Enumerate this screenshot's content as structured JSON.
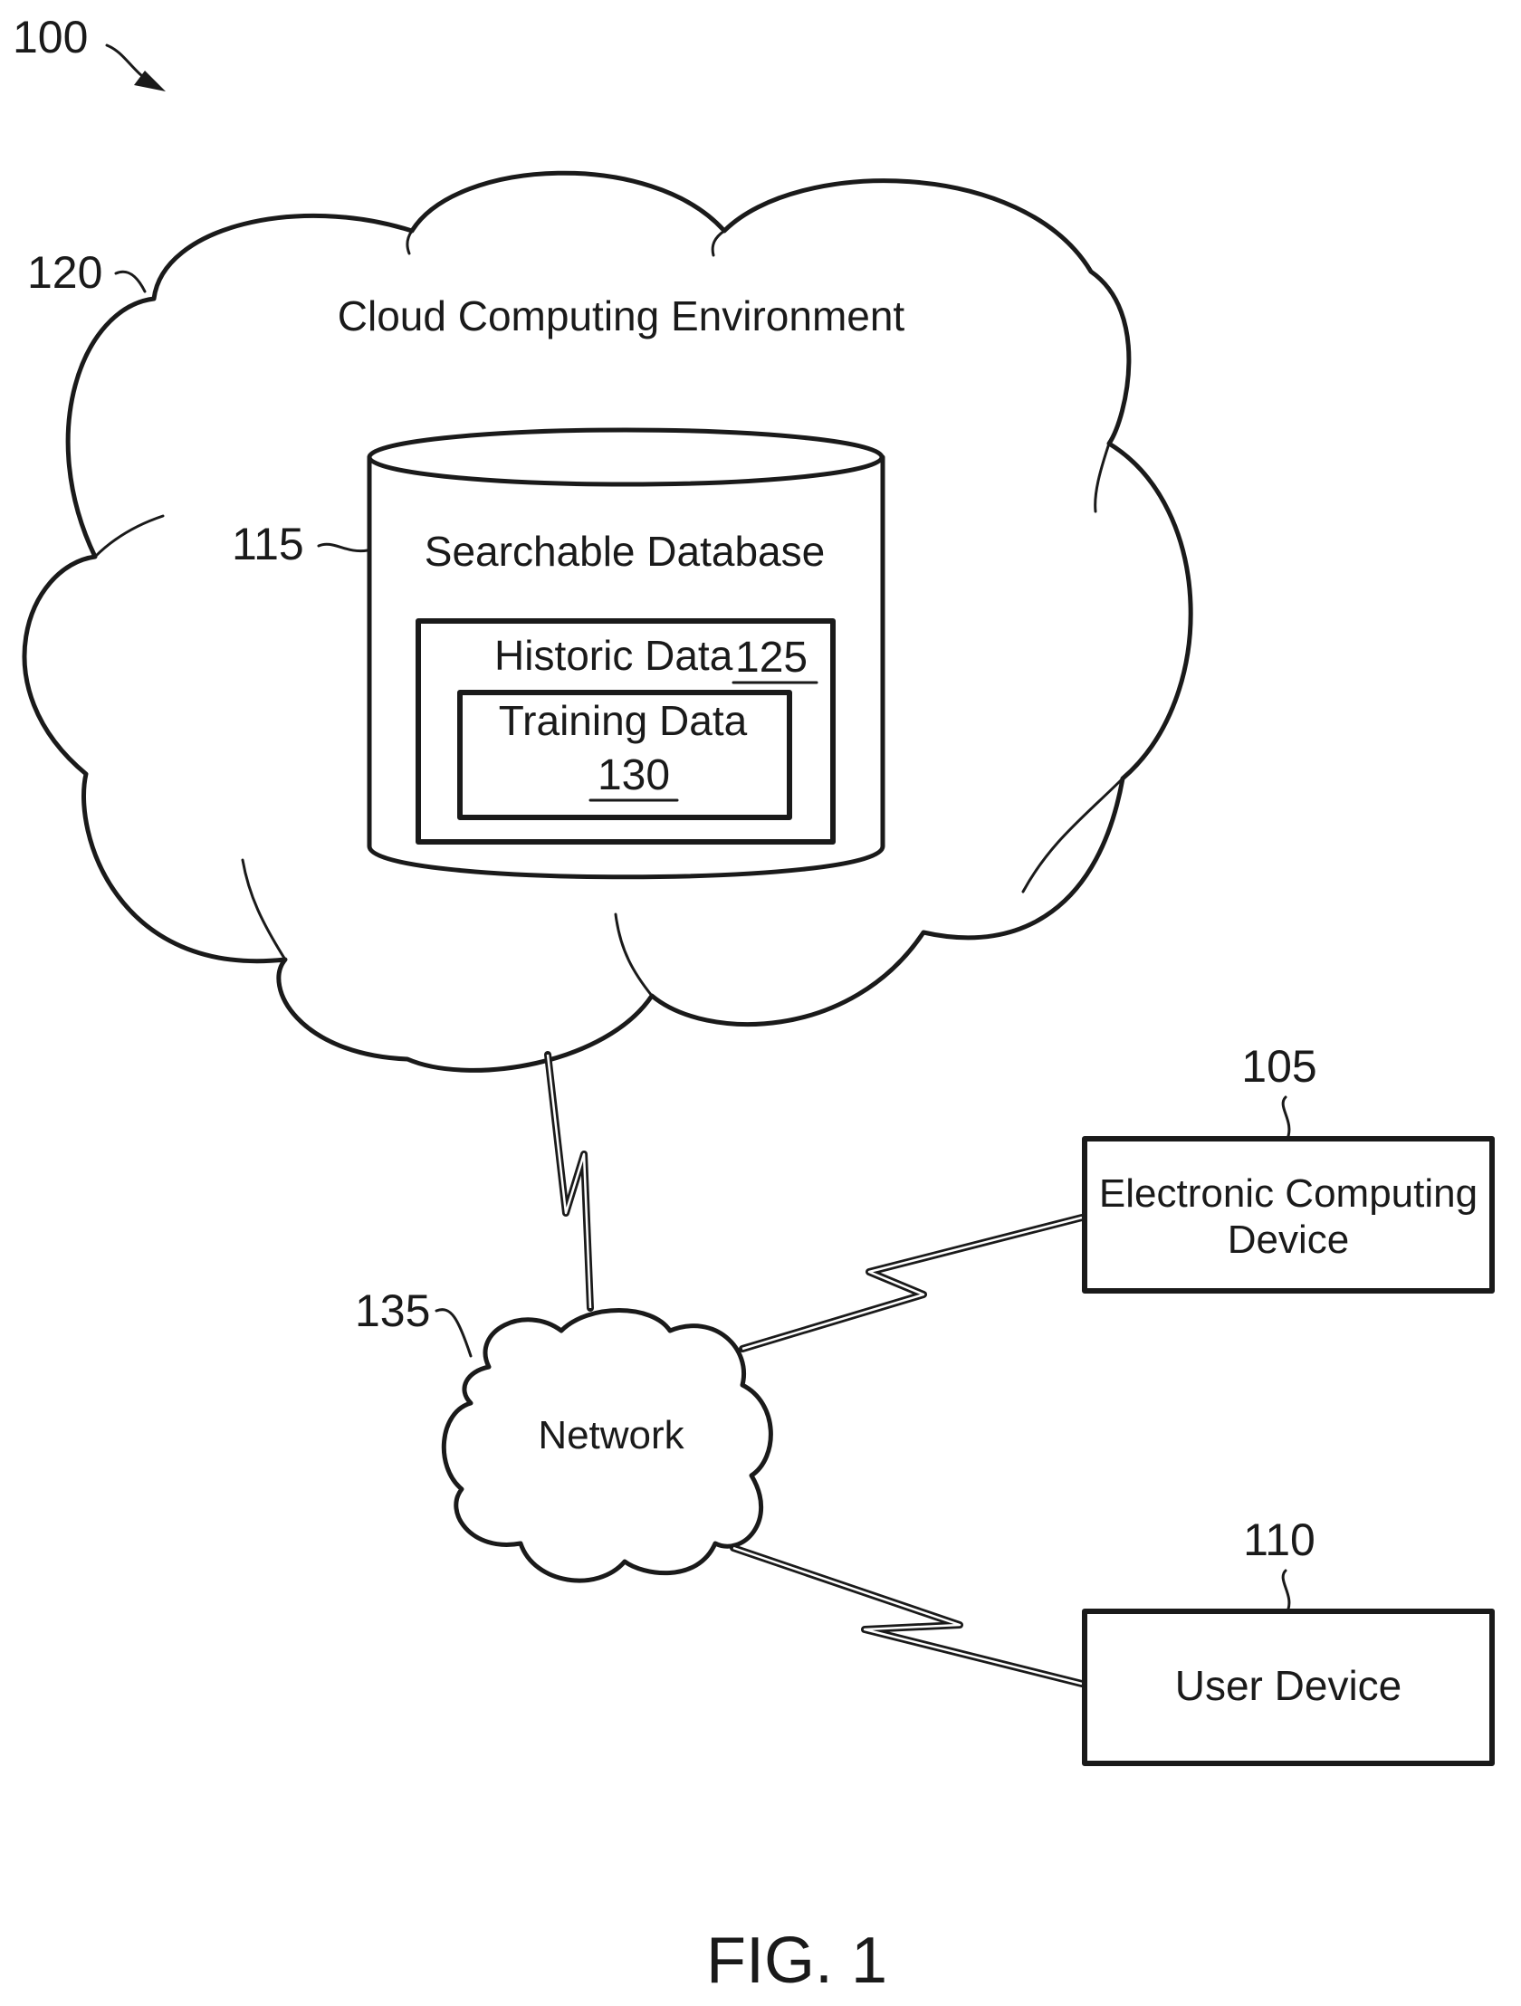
{
  "figure": {
    "system_ref": "100",
    "caption": "FIG. 1"
  },
  "cloud": {
    "ref": "120",
    "label": "Cloud Computing Environment"
  },
  "database": {
    "ref": "115",
    "label": "Searchable Database",
    "historic": {
      "label": "Historic Data",
      "ref": "125"
    },
    "training": {
      "label": "Training Data",
      "ref": "130"
    }
  },
  "network": {
    "ref": "135",
    "label": "Network"
  },
  "electronic_device": {
    "ref": "105",
    "label_line1": "Electronic Computing",
    "label_line2": "Device"
  },
  "user_device": {
    "ref": "110",
    "label": "User Device"
  }
}
